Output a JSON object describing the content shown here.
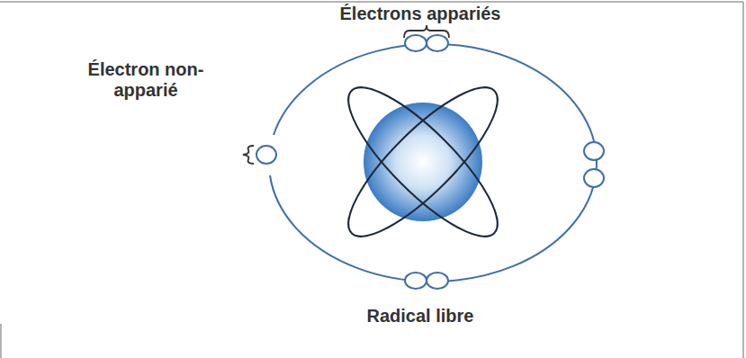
{
  "diagram": {
    "caption": "Radical libre",
    "labels": [
      "Électrons appariés",
      "Électron non-apparié"
    ]
  }
}
